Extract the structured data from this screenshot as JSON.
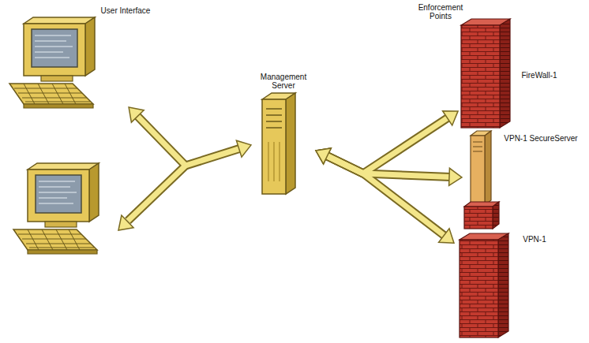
{
  "diagram": {
    "nodes": [
      {
        "text": [
          "User Interface"
        ]
      },
      {
        "text": [
          "Management Server"
        ]
      },
      {
        "text": [
          "FireWall-1"
        ]
      },
      {
        "text": [
          "VPN-1 SecureServer"
        ]
      },
      {
        "text": [
          "VPN-1"
        ]
      }
    ],
    "edges": [
      {
        "from": 0,
        "to": 1,
        "arrow": "both"
      },
      {
        "from": 1,
        "to": 2,
        "arrow": "both"
      },
      {
        "from": 1,
        "to": 3,
        "arrow": "both"
      },
      {
        "from": 1,
        "to": 4,
        "arrow": "both"
      }
    ],
    "labels": [
      "Enforcement Points"
    ]
  }
}
